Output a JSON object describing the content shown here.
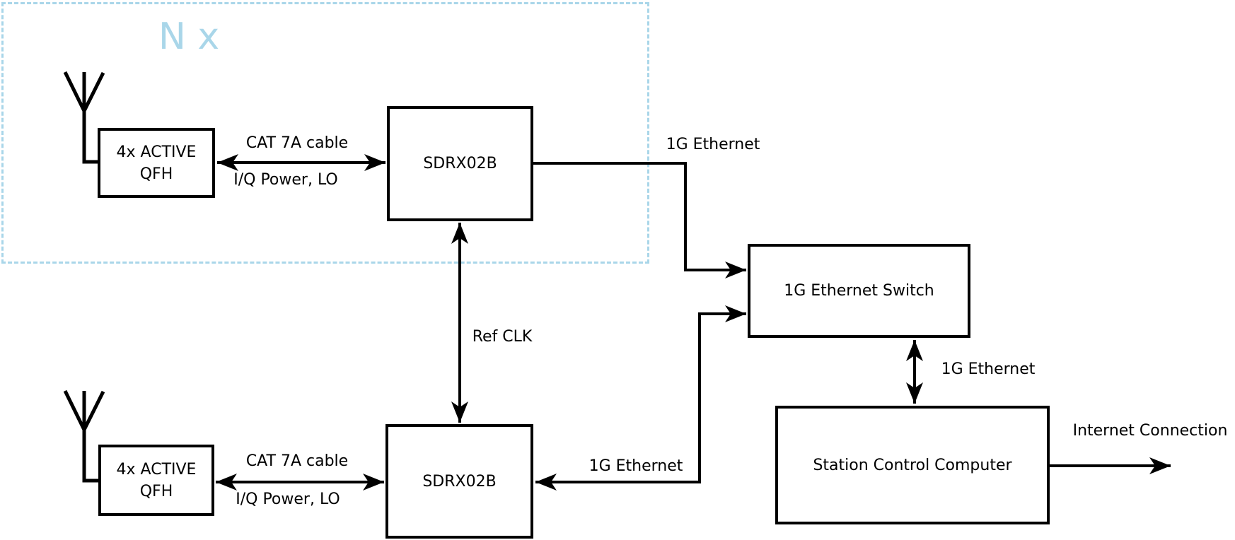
{
  "diagram": {
    "group": {
      "multiplier_label": "N x"
    },
    "colors": {
      "accent_blue": "#a9d6e9",
      "stroke": "#000000",
      "background": "#ffffff"
    },
    "nodes": {
      "qfh_top": {
        "line1": "4x ACTIVE",
        "line2": "QFH"
      },
      "sdrx_top": {
        "label": "SDRX02B"
      },
      "qfh_bottom": {
        "line1": "4x ACTIVE",
        "line2": "QFH"
      },
      "sdrx_bottom": {
        "label": "SDRX02B"
      },
      "ethernet_switch": {
        "label": "1G Ethernet Switch"
      },
      "station_computer": {
        "label": "Station Control Computer"
      }
    },
    "edge_labels": {
      "cat7a_top": "CAT 7A cable",
      "iq_power_top": "I/Q Power, LO",
      "cat7a_bottom": "CAT 7A cable",
      "iq_power_bottom": "I/Q Power, LO",
      "ref_clk": "Ref CLK",
      "ethernet_top": "1G Ethernet",
      "ethernet_bottom": "1G Ethernet",
      "ethernet_right": "1G Ethernet",
      "internet": "Internet Connection"
    }
  }
}
